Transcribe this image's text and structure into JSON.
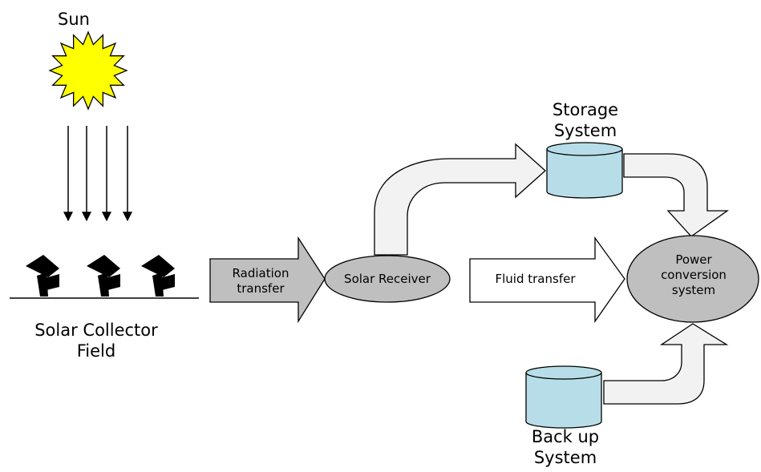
{
  "diagram": {
    "sun_label": "Sun",
    "storage_label": [
      "Storage",
      "System"
    ],
    "field_label": [
      "Solar Collector",
      "Field"
    ],
    "radiation_label": [
      "Radiation",
      "transfer"
    ],
    "receiver_label": "Solar Receiver",
    "fluid_label": "Fluid transfer",
    "power_label": [
      "Power",
      "conversion",
      "system"
    ],
    "backup_label": [
      "Back up",
      "System"
    ]
  },
  "colors": {
    "sun_fill": "#FFFF00",
    "tank_fill": "#B7DEE8",
    "node_fill": "#BFBFBF",
    "radiation_arrow_fill": "#BFBFBF",
    "flow_arrow_fill": "#F2F2F2",
    "collector_fill": "#000000"
  }
}
